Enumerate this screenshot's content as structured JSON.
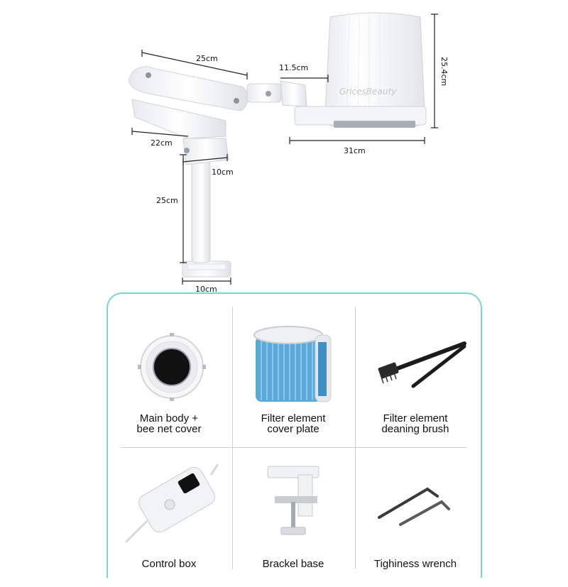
{
  "dimensions": {
    "arm_upper": "25cm",
    "connector": "11.5cm",
    "hood_height": "25.4cm",
    "arm_lower": "22cm",
    "joint": "10cm",
    "pole_height": "25cm",
    "hood_width": "31cm",
    "base_width": "10cm"
  },
  "brand_watermark": "GricesBeauty",
  "components": [
    {
      "icon": "bee-net-cover-icon",
      "label_line1": "Main body +",
      "label_line2": "bee net cover"
    },
    {
      "icon": "filter-element-icon",
      "label_line1": "Filter element",
      "label_line2": "cover plate"
    },
    {
      "icon": "cleaning-brush-icon",
      "label_line1": "Filter element",
      "label_line2": "deaning brush"
    },
    {
      "icon": "control-box-icon",
      "label_line1": "Control box",
      "label_line2": ""
    },
    {
      "icon": "bracket-base-icon",
      "label_line1": "Brackel base",
      "label_line2": ""
    },
    {
      "icon": "wrench-icon",
      "label_line1": "Tighiness wrench",
      "label_line2": ""
    }
  ],
  "colors": {
    "panel_border": "#7fd3d6",
    "filter_blue": "#5aa9d8",
    "device_white": "#f4f5f7"
  }
}
